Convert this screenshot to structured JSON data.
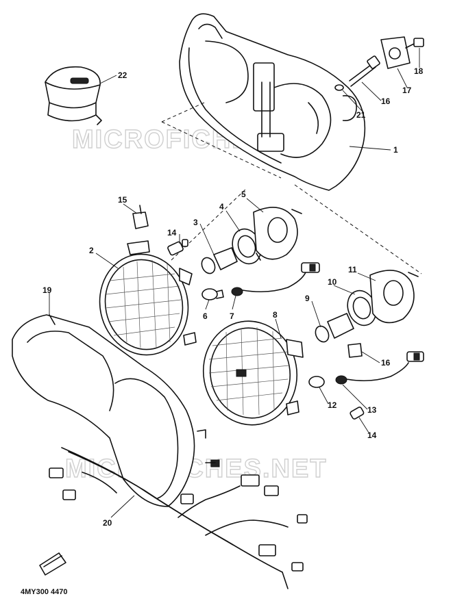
{
  "diagram": {
    "drawing_code": "4MY300 4470",
    "watermarks": [
      "MICROFICHES.NET",
      "MICROFICHES.NET"
    ],
    "callouts": [
      "1",
      "2",
      "3",
      "4",
      "5",
      "6",
      "7",
      "8",
      "9",
      "10",
      "11",
      "12",
      "13",
      "14",
      "14",
      "15",
      "16",
      "16",
      "17",
      "18",
      "19",
      "20",
      "21",
      "22"
    ]
  }
}
